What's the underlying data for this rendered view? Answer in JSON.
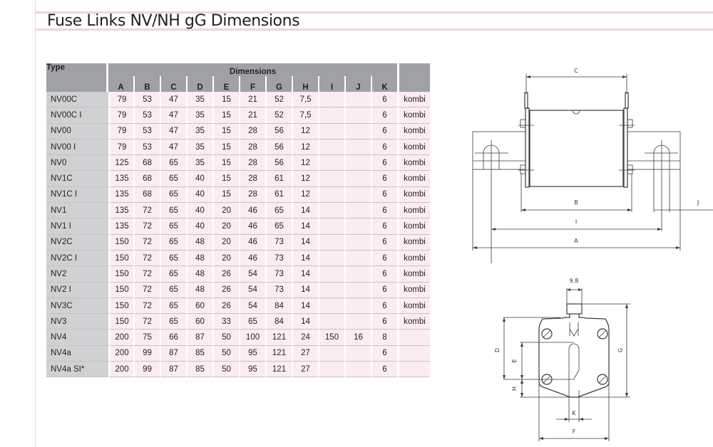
{
  "page": {
    "title": "Fuse Links NV/NH gG Dimensions"
  },
  "table": {
    "type_header": "Type",
    "group_header": "Dimensions",
    "columns": [
      "A",
      "B",
      "C",
      "D",
      "E",
      "F",
      "G",
      "H",
      "I",
      "J",
      "K"
    ],
    "rows": [
      {
        "type": "NV00C",
        "values": [
          "79",
          "53",
          "47",
          "35",
          "15",
          "21",
          "52",
          "7,5",
          "",
          "",
          "6"
        ],
        "note": "kombi"
      },
      {
        "type": "NV00C I",
        "values": [
          "79",
          "53",
          "47",
          "35",
          "15",
          "21",
          "52",
          "7,5",
          "",
          "",
          "6"
        ],
        "note": "kombi"
      },
      {
        "type": "NV00",
        "values": [
          "79",
          "53",
          "47",
          "35",
          "15",
          "28",
          "56",
          "12",
          "",
          "",
          "6"
        ],
        "note": "kombi"
      },
      {
        "type": "NV00 I",
        "values": [
          "79",
          "53",
          "47",
          "35",
          "15",
          "28",
          "56",
          "12",
          "",
          "",
          "6"
        ],
        "note": "kombi"
      },
      {
        "type": "NV0",
        "values": [
          "125",
          "68",
          "65",
          "35",
          "15",
          "28",
          "56",
          "12",
          "",
          "",
          "6"
        ],
        "note": "kombi"
      },
      {
        "type": "NV1C",
        "values": [
          "135",
          "68",
          "65",
          "40",
          "15",
          "28",
          "61",
          "12",
          "",
          "",
          "6"
        ],
        "note": "kombi"
      },
      {
        "type": "NV1C I",
        "values": [
          "135",
          "68",
          "65",
          "40",
          "15",
          "28",
          "61",
          "12",
          "",
          "",
          "6"
        ],
        "note": "kombi"
      },
      {
        "type": "NV1",
        "values": [
          "135",
          "72",
          "65",
          "40",
          "20",
          "46",
          "65",
          "14",
          "",
          "",
          "6"
        ],
        "note": "kombi"
      },
      {
        "type": "NV1 I",
        "values": [
          "135",
          "72",
          "65",
          "40",
          "20",
          "46",
          "65",
          "14",
          "",
          "",
          "6"
        ],
        "note": "kombi"
      },
      {
        "type": "NV2C",
        "values": [
          "150",
          "72",
          "65",
          "48",
          "20",
          "46",
          "73",
          "14",
          "",
          "",
          "6"
        ],
        "note": "kombi"
      },
      {
        "type": "NV2C I",
        "values": [
          "150",
          "72",
          "65",
          "48",
          "20",
          "46",
          "73",
          "14",
          "",
          "",
          "6"
        ],
        "note": "kombi"
      },
      {
        "type": "NV2",
        "values": [
          "150",
          "72",
          "65",
          "48",
          "26",
          "54",
          "73",
          "14",
          "",
          "",
          "6"
        ],
        "note": "kombi"
      },
      {
        "type": "NV2 I",
        "values": [
          "150",
          "72",
          "65",
          "48",
          "26",
          "54",
          "73",
          "14",
          "",
          "",
          "6"
        ],
        "note": "kombi"
      },
      {
        "type": "NV3C",
        "values": [
          "150",
          "72",
          "65",
          "60",
          "26",
          "54",
          "84",
          "14",
          "",
          "",
          "6"
        ],
        "note": "kombi"
      },
      {
        "type": "NV3",
        "values": [
          "150",
          "72",
          "65",
          "60",
          "33",
          "65",
          "84",
          "14",
          "",
          "",
          "6"
        ],
        "note": "kombi"
      },
      {
        "type": "NV4",
        "values": [
          "200",
          "75",
          "66",
          "87",
          "50",
          "100",
          "121",
          "24",
          "150",
          "16",
          "8"
        ],
        "note": ""
      },
      {
        "type": "NV4a",
        "values": [
          "200",
          "99",
          "87",
          "85",
          "50",
          "95",
          "121",
          "27",
          "",
          "",
          "6"
        ],
        "note": ""
      },
      {
        "type": "NV4a SI*",
        "values": [
          "200",
          "99",
          "87",
          "85",
          "50",
          "95",
          "121",
          "27",
          "",
          "",
          "6"
        ],
        "note": ""
      }
    ]
  },
  "drawing_side": {
    "labels": {
      "c": "C",
      "b": "B",
      "i": "I",
      "a": "A",
      "j": "J"
    }
  },
  "drawing_front": {
    "labels": {
      "width": "9,8",
      "d": "D",
      "e": "E",
      "h": "H",
      "g": "G",
      "k": "K",
      "f": "F"
    }
  },
  "colors": {
    "title_band": "#efd3e1",
    "header_bg": "#a0a1a4",
    "type_col_bg": "#d0d1d3",
    "cell_bg": "#fbecf2"
  }
}
